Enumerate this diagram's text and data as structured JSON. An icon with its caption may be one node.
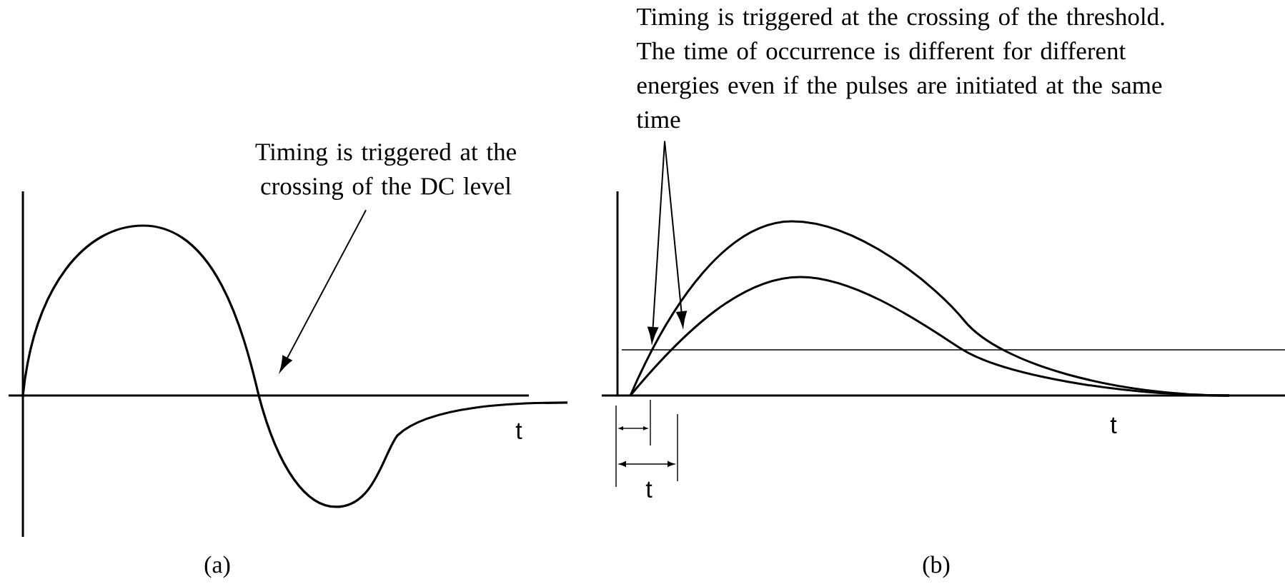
{
  "diagram": {
    "nodes": [
      {
        "text": [
          "Timing is triggered at the crossing of the DC level"
        ]
      },
      {
        "text": [
          "Timing is triggered at the crossing of the threshold. The time of occurrence is different for different energies even if the pulses are initiated at the same time"
        ]
      }
    ],
    "edges": [
      {
        "from": 0,
        "to": null,
        "arrow": "to"
      },
      {
        "from": 1,
        "to": null,
        "arrow": "to"
      },
      {
        "from": 1,
        "to": null,
        "arrow": "to"
      }
    ],
    "labels": [
      "t",
      "(a)",
      "t",
      "t",
      "(b)"
    ]
  }
}
